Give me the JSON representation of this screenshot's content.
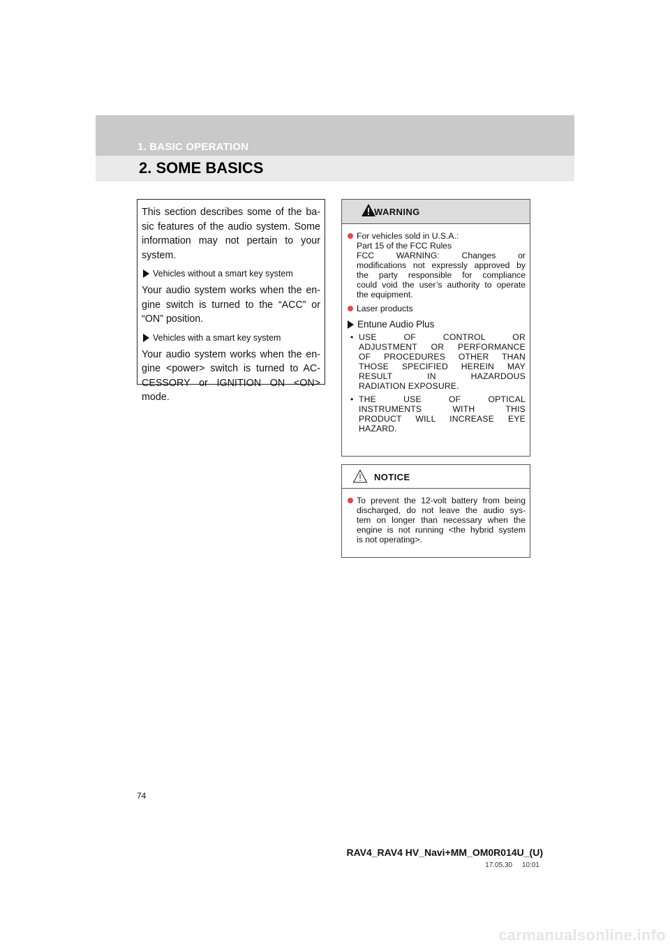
{
  "header": {
    "section": "1. BASIC OPERATION",
    "title": "2. SOME BASICS"
  },
  "intro": {
    "description": "This section describes some of the basic features of the audio system. Some information may not pertain to your system.",
    "description_lines": [
      "This section describes some of the ba-",
      "sic features of the audio system. Some",
      "information may not pertain to your",
      "system."
    ],
    "condition1": "Vehicles without a smart key system",
    "text1_lines": [
      "Your audio system works when the en-",
      "gine switch is turned to the “ACC” or",
      "“ON” position."
    ],
    "condition2": "Vehicles with a smart key system",
    "text2_lines": [
      "Your audio system works when the en-",
      "gine <power> switch is turned to AC-",
      "CESSORY or IGNITION ON <ON>",
      "mode."
    ]
  },
  "warning": {
    "heading": "WARNING",
    "item1_lines": [
      "For vehicles sold in U.S.A.:",
      "Part 15 of the FCC Rules",
      "FCC WARNING: Changes or",
      "modifications not expressly approved by",
      "the party responsible for compliance",
      "could void the user’s authority to operate",
      "the equipment."
    ],
    "item2": "Laser products",
    "subheading": "Entune Audio Plus",
    "sub1_lines": [
      "USE OF CONTROL OR",
      "ADJUSTMENT OR PERFORMANCE",
      "OF PROCEDURES OTHER THAN",
      "THOSE SPECIFIED HEREIN MAY",
      "RESULT IN HAZARDOUS",
      "RADIATION EXPOSURE."
    ],
    "sub2_lines": [
      "THE USE OF OPTICAL",
      "INSTRUMENTS WITH THIS",
      "PRODUCT WILL INCREASE EYE",
      "HAZARD."
    ]
  },
  "notice": {
    "heading": "NOTICE",
    "item1_lines": [
      "To prevent the 12-volt battery from being",
      "discharged, do not leave the audio sys-",
      "tem on longer than necessary when the",
      "engine is not running <the hybrid system",
      "is not operating>."
    ]
  },
  "footer": {
    "page_number": "74",
    "doc_code": "RAV4_RAV4 HV_Navi+MM_OM0R014U_(U)",
    "doc_stamp": "17.05.30     10:01",
    "watermark": "carmanualsonline.info"
  },
  "colors": {
    "bullet": "#e8463e",
    "header_band": "#c9c9c9",
    "title_band": "#e9e9e9"
  }
}
